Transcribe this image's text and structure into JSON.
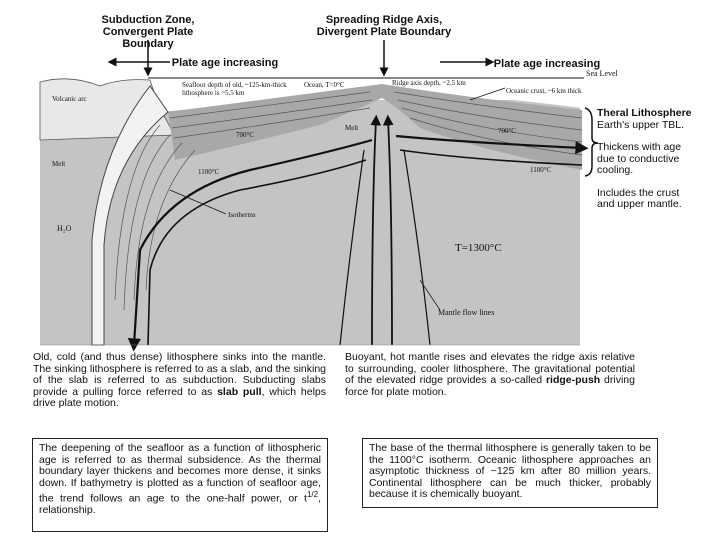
{
  "header": {
    "subduction_title": "Subduction Zone,",
    "subduction_sub": "Convergent Plate Boundary",
    "ridge_title": "Spreading Ridge Axis,",
    "ridge_sub": "Divergent Plate Boundary",
    "age_left": "Plate age increasing",
    "age_right": "Plate age increasing"
  },
  "labels": {
    "sea_level": "Sea Level",
    "seafloor_depth_1": "Seafloor depth of old, ~125-km-thick",
    "seafloor_depth_2": "lithosphere is ~5.5 km",
    "ocean_temp": "Ocean, T=0°C",
    "ridge_depth": "Ridge axis depth, ~2.5 km",
    "oceanic_crust": "Oceanic crust, ~6 km thick",
    "volcanic_arc": "Volcanic arc",
    "melt_left": "Melt",
    "melt_center": "Melt",
    "isotherm_700_left": "700°C",
    "isotherm_1100_left": "1100°C",
    "isotherm_700_right": "700°C",
    "isotherm_1100_right": "1100°C",
    "isotherms": "Isotherms",
    "water": "H₂O",
    "mantle_temp": "T=1300°C",
    "mantle_flow": "Mantle flow lines"
  },
  "side_notes": {
    "title": "Theral Lithosphere",
    "subtitle": "Earth's upper TBL.",
    "note2_1": "Thickens with age",
    "note2_2": "due to conductive",
    "note2_3": "cooling.",
    "note3_1": "Includes the crust",
    "note3_2": "and upper mantle."
  },
  "captions": {
    "left_1": "Old, cold (and thus dense) lithosphere sinks into the mantle.  The sinking lithosphere is referred to as a slab, and the sinking of the slab is referred to as subduction.  Subducting slabs provide a pulling force referred to as ",
    "left_bold": "slab pull",
    "left_2": ", which helps drive plate motion.",
    "right_1": "Buoyant, hot mantle rises and elevates the ridge axis relative to surrounding, cooler lithosphere. The gravitational potential of the elevated ridge provides a so-called ",
    "right_bold": "ridge-push",
    "right_2": " driving force for plate motion."
  },
  "boxes": {
    "left_1": "The deepening of the seafloor as a function of lithospheric age is referred to as thermal subsidence.  As the thermal boundary layer thickens and becomes more dense, it sinks down.  If bathymetry is plotted as a function of seafloor age, the trend follows an age to the one-half power, or t",
    "left_sup": "1/2",
    "left_2": ", relationship.",
    "right": "The base of the thermal lithosphere is generally taken to be the 1100°C isotherm.  Oceanic lithosphere approaches an asymptotic thickness of ~125 km after 80 million years.  Continental lithosphere can be much thicker, probably because it is chemically buoyant."
  }
}
